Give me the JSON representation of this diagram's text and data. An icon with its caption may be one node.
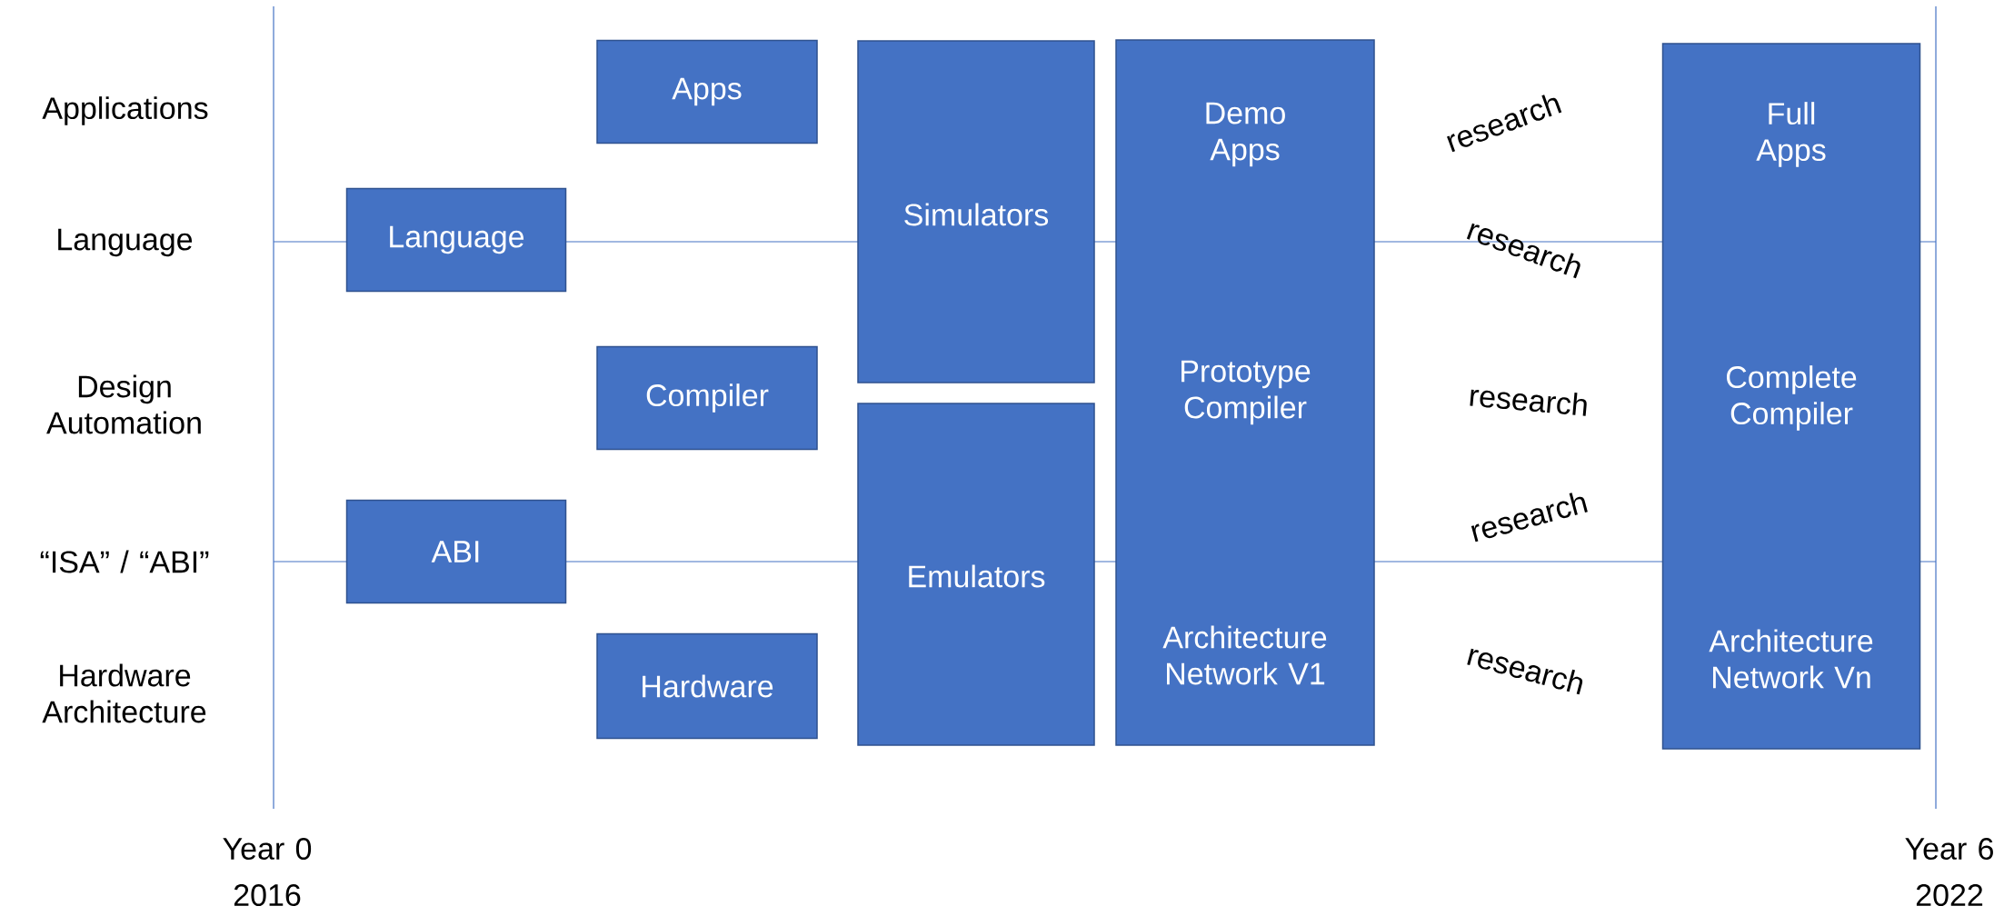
{
  "diagram": {
    "nodes": [
      {
        "text": [
          "Apps"
        ]
      },
      {
        "text": [
          "Language"
        ]
      },
      {
        "text": [
          "Compiler"
        ]
      },
      {
        "text": [
          "ABI"
        ]
      },
      {
        "text": [
          "Hardware"
        ]
      },
      {
        "text": [
          "Simulators"
        ]
      },
      {
        "text": [
          "Emulators"
        ]
      },
      {
        "text": [
          "Demo Apps",
          "Prototype Compiler",
          "Architecture Network V1"
        ]
      },
      {
        "text": [
          "Full Apps",
          "Complete Compiler",
          "Architecture Network Vn"
        ]
      }
    ],
    "labels": [
      "Applications",
      "Language",
      "Design Automation",
      "“ISA” / “ABI”",
      "Hardware Architecture",
      "research",
      "research",
      "research",
      "research",
      "research",
      "Year 0",
      "2016",
      "Year 6",
      "2022"
    ]
  }
}
